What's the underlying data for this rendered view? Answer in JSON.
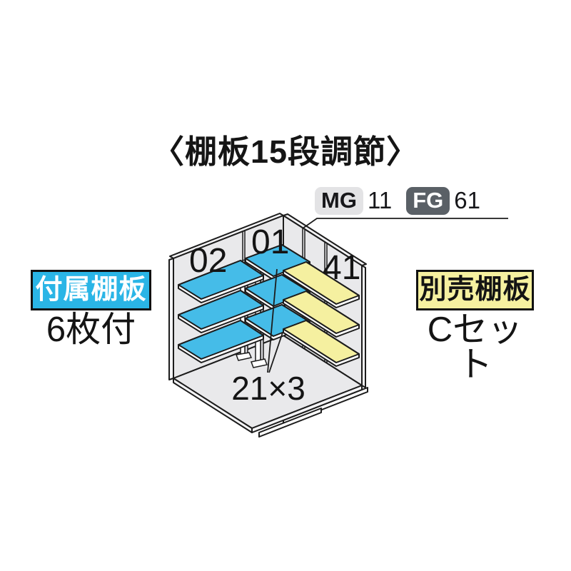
{
  "title": "〈棚板15段調節〉",
  "codes": {
    "mg_label": "MG",
    "mg_value": "11",
    "fg_label": "FG",
    "fg_value": "61"
  },
  "included": {
    "badge": "付属棚板",
    "caption": "6枚付"
  },
  "optional": {
    "badge": "別売棚板",
    "caption": "Cセット"
  },
  "diagram": {
    "left_shelf_number": "02",
    "center_shelf_number": "01",
    "right_shelf_number": "41",
    "support_label": "21×3",
    "colors": {
      "included_shelf": "#45bce8",
      "optional_shelf": "#f5f0a0",
      "wall": "#e9e9eb",
      "wall_edge": "#f4f4f6",
      "outline": "#1c1c1c",
      "shelf_edge": "#ffffff",
      "included_badge_bg": "#2ab5e6",
      "optional_badge_bg": "#f6f1a0",
      "mg_badge_bg": "#e3e3e5",
      "fg_badge_bg": "#5a6066"
    }
  }
}
